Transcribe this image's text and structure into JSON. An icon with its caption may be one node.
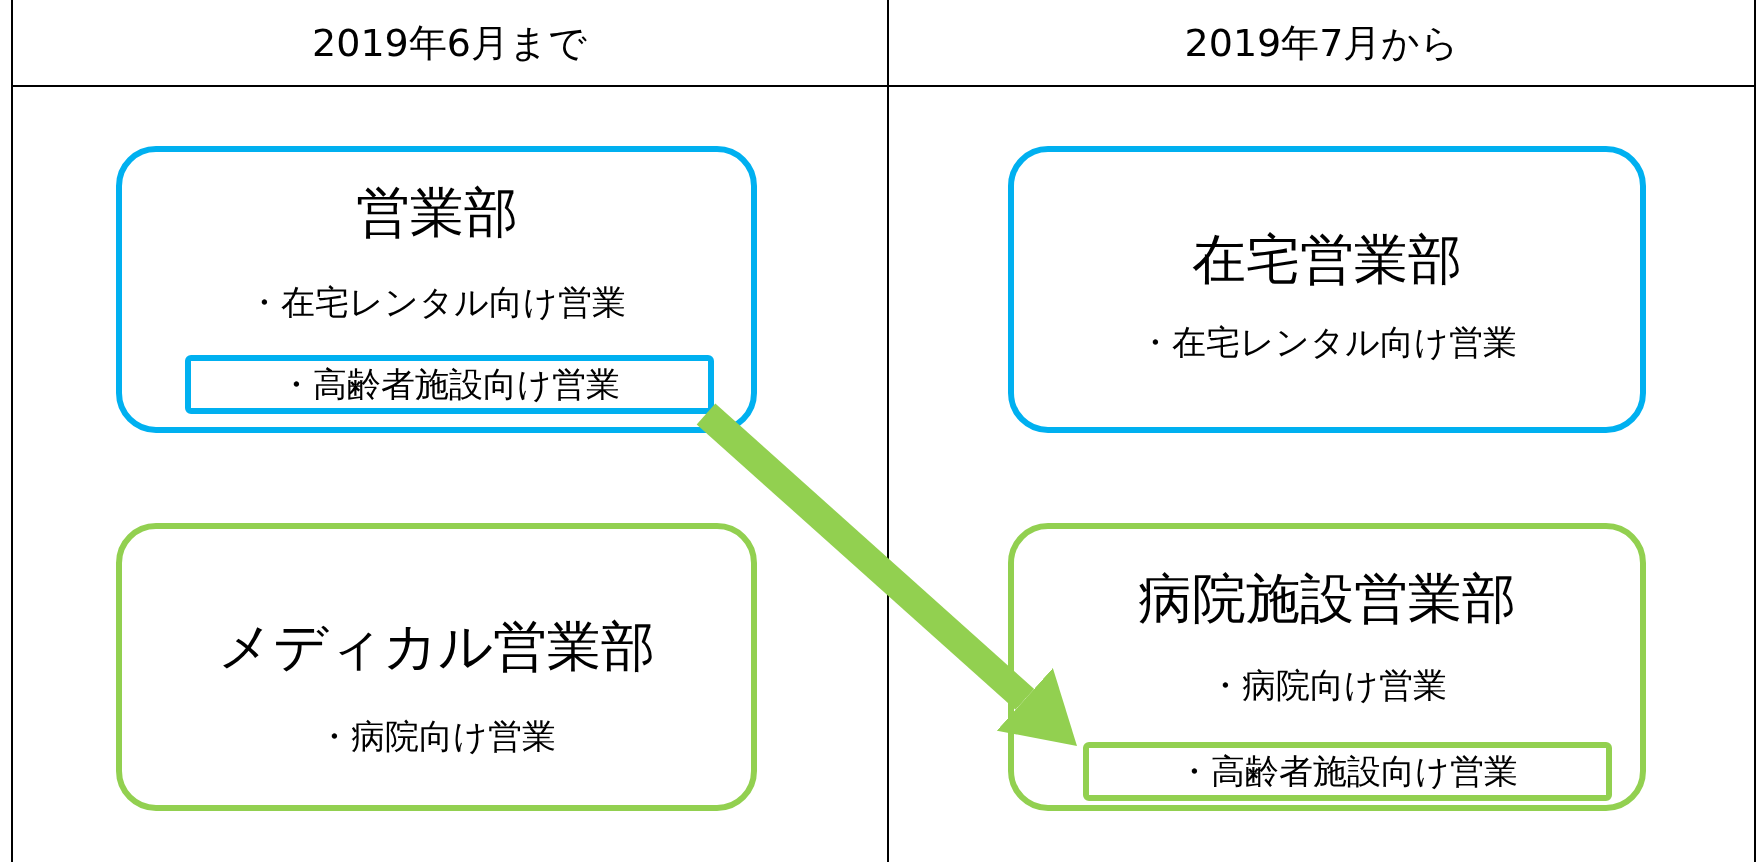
{
  "diagram": {
    "nodes": [
      {
        "text": [
          "営業部",
          "・在宅レンタル向け営業"
        ]
      },
      {
        "text": [
          "・高齢者施設向け営業"
        ],
        "in": 0
      },
      {
        "text": [
          "メディカル営業部",
          "・病院向け営業"
        ]
      },
      {
        "text": [
          "在宅営業部",
          "・在宅レンタル向け営業"
        ]
      },
      {
        "text": [
          "病院施設営業部",
          "・病院向け営業"
        ]
      },
      {
        "text": [
          "・高齢者施設向け営業"
        ],
        "in": 4
      }
    ],
    "edges": [
      {
        "from": 1,
        "to": 5,
        "arrow": "to"
      }
    ],
    "labels": [
      "2019年6月まで",
      "2019年7月から"
    ]
  }
}
